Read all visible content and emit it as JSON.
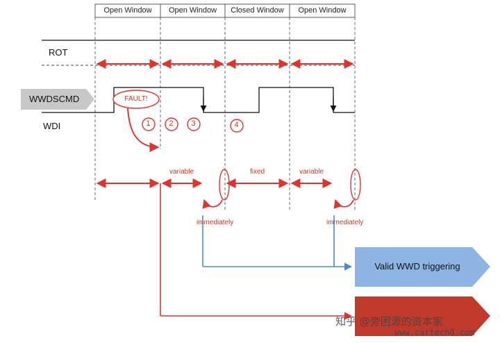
{
  "columns": [
    "Open Window",
    "Open Window",
    "Closed Window",
    "Open Window"
  ],
  "signals": {
    "rot": "ROT",
    "wwdscmd": "WWDSCMD",
    "wdi": "WDI"
  },
  "fault_label": "FAULT!",
  "steps": [
    "1",
    "2",
    "3",
    "4"
  ],
  "interval_labels": {
    "variable_1": "variable",
    "fixed": "fixed",
    "variable_2": "variable"
  },
  "immediately_1": "immediately",
  "immediately_2": "immediately",
  "outcome_valid": "Valid WWD triggering",
  "outcome_invalid": "",
  "watermark": {
    "text": "知乎 @旁困源的资本家",
    "url": "www.cartech8.com"
  },
  "colors": {
    "red": "#e0332e",
    "blue": "#4e88c7",
    "box_blue": "#8eb4e3",
    "box_red": "#c0392b",
    "wwdscmd_fill": "#c8c8c8"
  }
}
